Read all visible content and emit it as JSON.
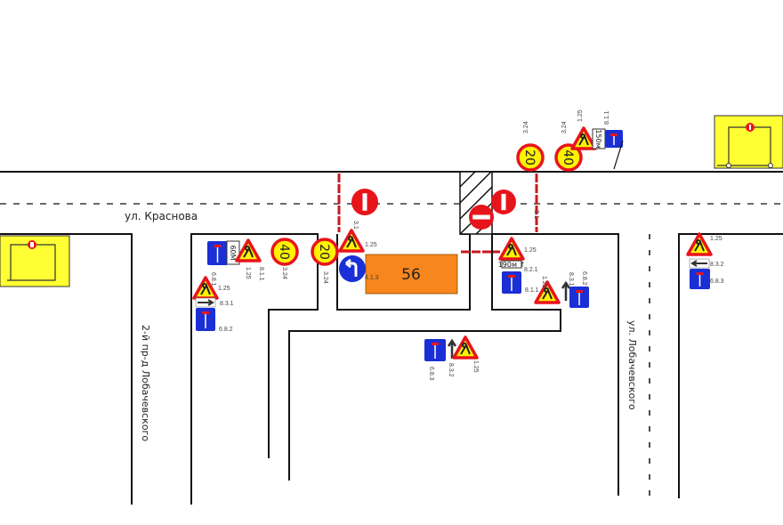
{
  "streets": {
    "main": "ул. Краснова",
    "left": "2-й пр-д Лобачевского",
    "right": "ул. Лобачевского"
  },
  "building": {
    "number": "56",
    "color": "#f7861c"
  },
  "signs": {
    "no_entry_code": "3.1",
    "speed_20": "20",
    "speed_40": "40",
    "speed_code": "3.24",
    "roadworks_code": "1.25",
    "keep_left_code": "4.1.3",
    "dist_60": "60М",
    "dist_150": "150м",
    "dist_190": "190м ↑",
    "code_811": "8.1.1",
    "code_821": "8.2.1",
    "code_831": "8.3.1",
    "code_832": "8.3.2",
    "code_681": "6.8.1",
    "code_682": "6.8.2",
    "code_683": "6.8.3"
  },
  "colors": {
    "sign_red": "#e8141c",
    "sign_yellow": "#fff200",
    "sign_blue": "#1a2fd6",
    "barrier": "#c8191f",
    "inset_bg": "#ffff33"
  }
}
